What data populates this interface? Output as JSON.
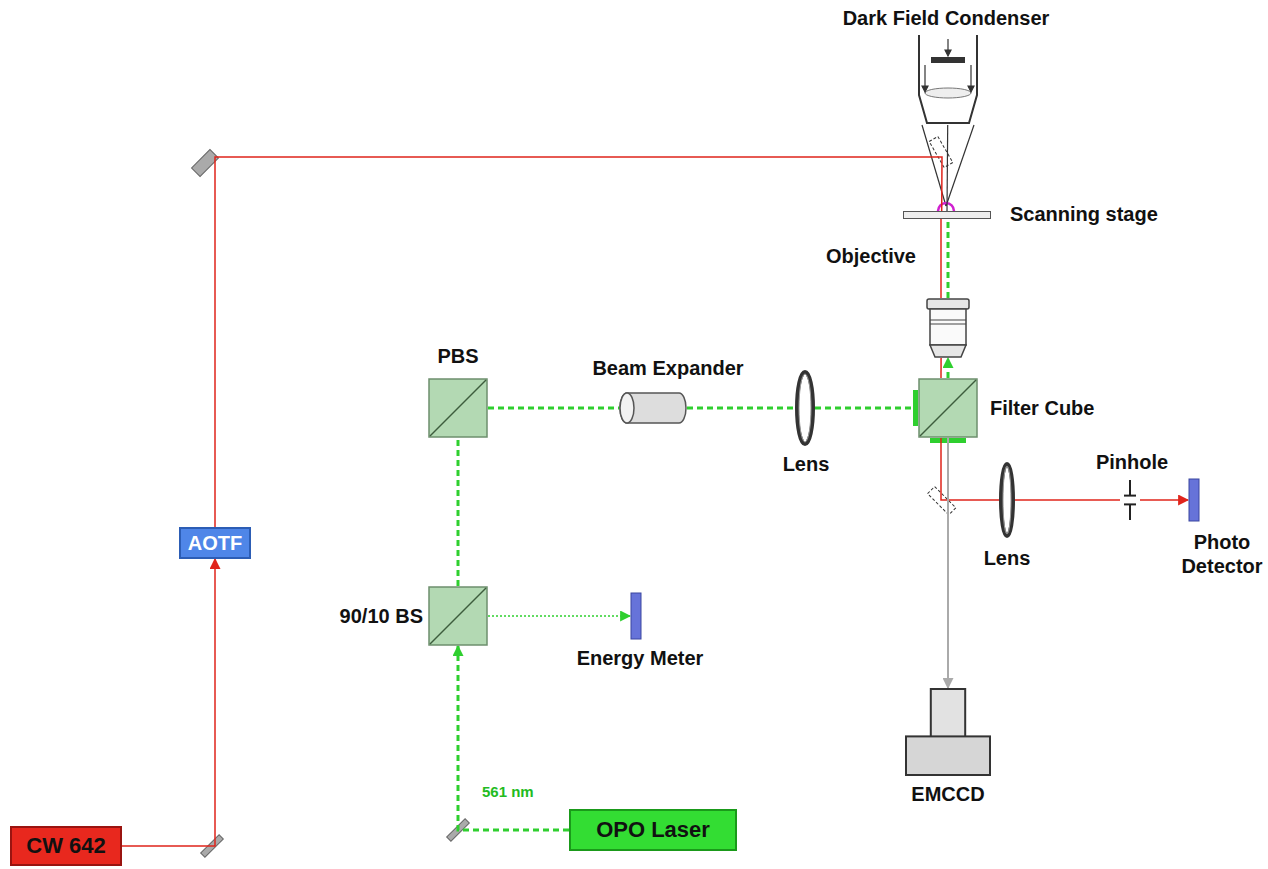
{
  "diagram": {
    "nodes": [
      {
        "text": [
          "CW 642"
        ]
      },
      {
        "text": [
          "AOTF"
        ]
      },
      {
        "text": [
          "OPO Laser"
        ]
      },
      {
        "text": [
          "90/10 BS"
        ]
      },
      {
        "text": [
          "Energy Meter"
        ]
      },
      {
        "text": [
          "PBS"
        ]
      },
      {
        "text": [
          "Beam Expander"
        ]
      },
      {
        "text": [
          "Lens"
        ]
      },
      {
        "text": [
          "Filter Cube"
        ]
      },
      {
        "text": [
          "Objective"
        ]
      },
      {
        "text": [
          "Scanning stage"
        ]
      },
      {
        "text": [
          "Dark Field Condenser"
        ]
      },
      {
        "text": [
          "Lens"
        ]
      },
      {
        "text": [
          "Pinhole"
        ]
      },
      {
        "text": [
          "Photo Detector"
        ]
      },
      {
        "text": [
          "EMCCD"
        ]
      }
    ],
    "edges": [
      {
        "from": 0,
        "to": 1,
        "arrow": "to"
      },
      {
        "from": 1,
        "to": 10,
        "arrow": "none"
      },
      {
        "from": 2,
        "to": 3,
        "arrow": "to"
      },
      {
        "from": 3,
        "to": 4,
        "arrow": "to"
      },
      {
        "from": 3,
        "to": 5,
        "arrow": "none"
      },
      {
        "from": 5,
        "to": 6,
        "arrow": "none"
      },
      {
        "from": 6,
        "to": 7,
        "arrow": "none"
      },
      {
        "from": 7,
        "to": 8,
        "arrow": "none"
      },
      {
        "from": 8,
        "to": 9,
        "arrow": "to"
      },
      {
        "from": 9,
        "to": 8,
        "arrow": "none"
      },
      {
        "from": 8,
        "to": 12,
        "arrow": "none"
      },
      {
        "from": 12,
        "to": 13,
        "arrow": "none"
      },
      {
        "from": 13,
        "to": 14,
        "arrow": "to"
      },
      {
        "from": 8,
        "to": 15,
        "arrow": "to"
      },
      {
        "from": 11,
        "to": 10,
        "arrow": "none"
      }
    ],
    "labels": [
      "561 nm"
    ]
  }
}
